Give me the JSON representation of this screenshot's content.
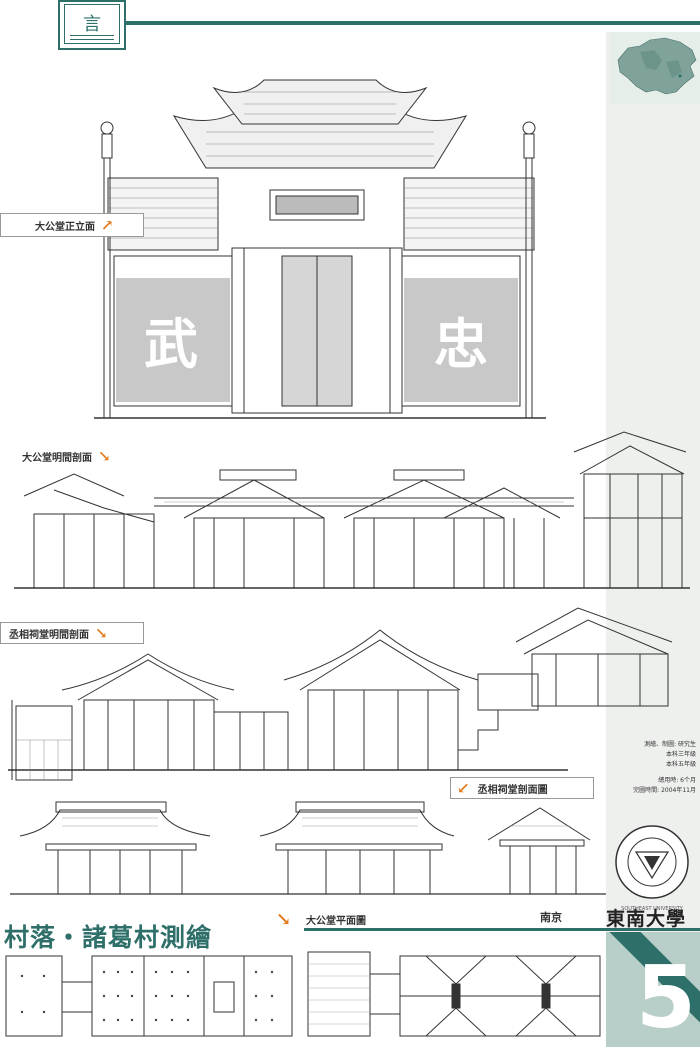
{
  "logo_char": "言",
  "labels": {
    "front_elevation": "大公堂正立面",
    "dagongtang_section": "大公堂明間剖面",
    "chengxiang_section": "丞相祠堂明間剖面",
    "chengxiang_section2": "丞相祠堂剖面圖",
    "dagongtang_plan": "大公堂平面圖"
  },
  "wall_chars": {
    "left": "武",
    "right": "忠"
  },
  "credits": {
    "line1": "測繪、制圖: 研究生",
    "line2": "本科三年級",
    "line3": "本科五年級",
    "line4": "總用時: 6个月",
    "line5": "完圖時間: 2004年11月"
  },
  "title": "村落・諸葛村測繪",
  "city": "南京",
  "university": "東南大學",
  "seal_text": "SOUTHEAST UNIVERSITY",
  "page_number": "5",
  "colors": {
    "teal": "#2f6f6a",
    "accent": "#e07818",
    "wall_gray": "#c8c8c8"
  }
}
